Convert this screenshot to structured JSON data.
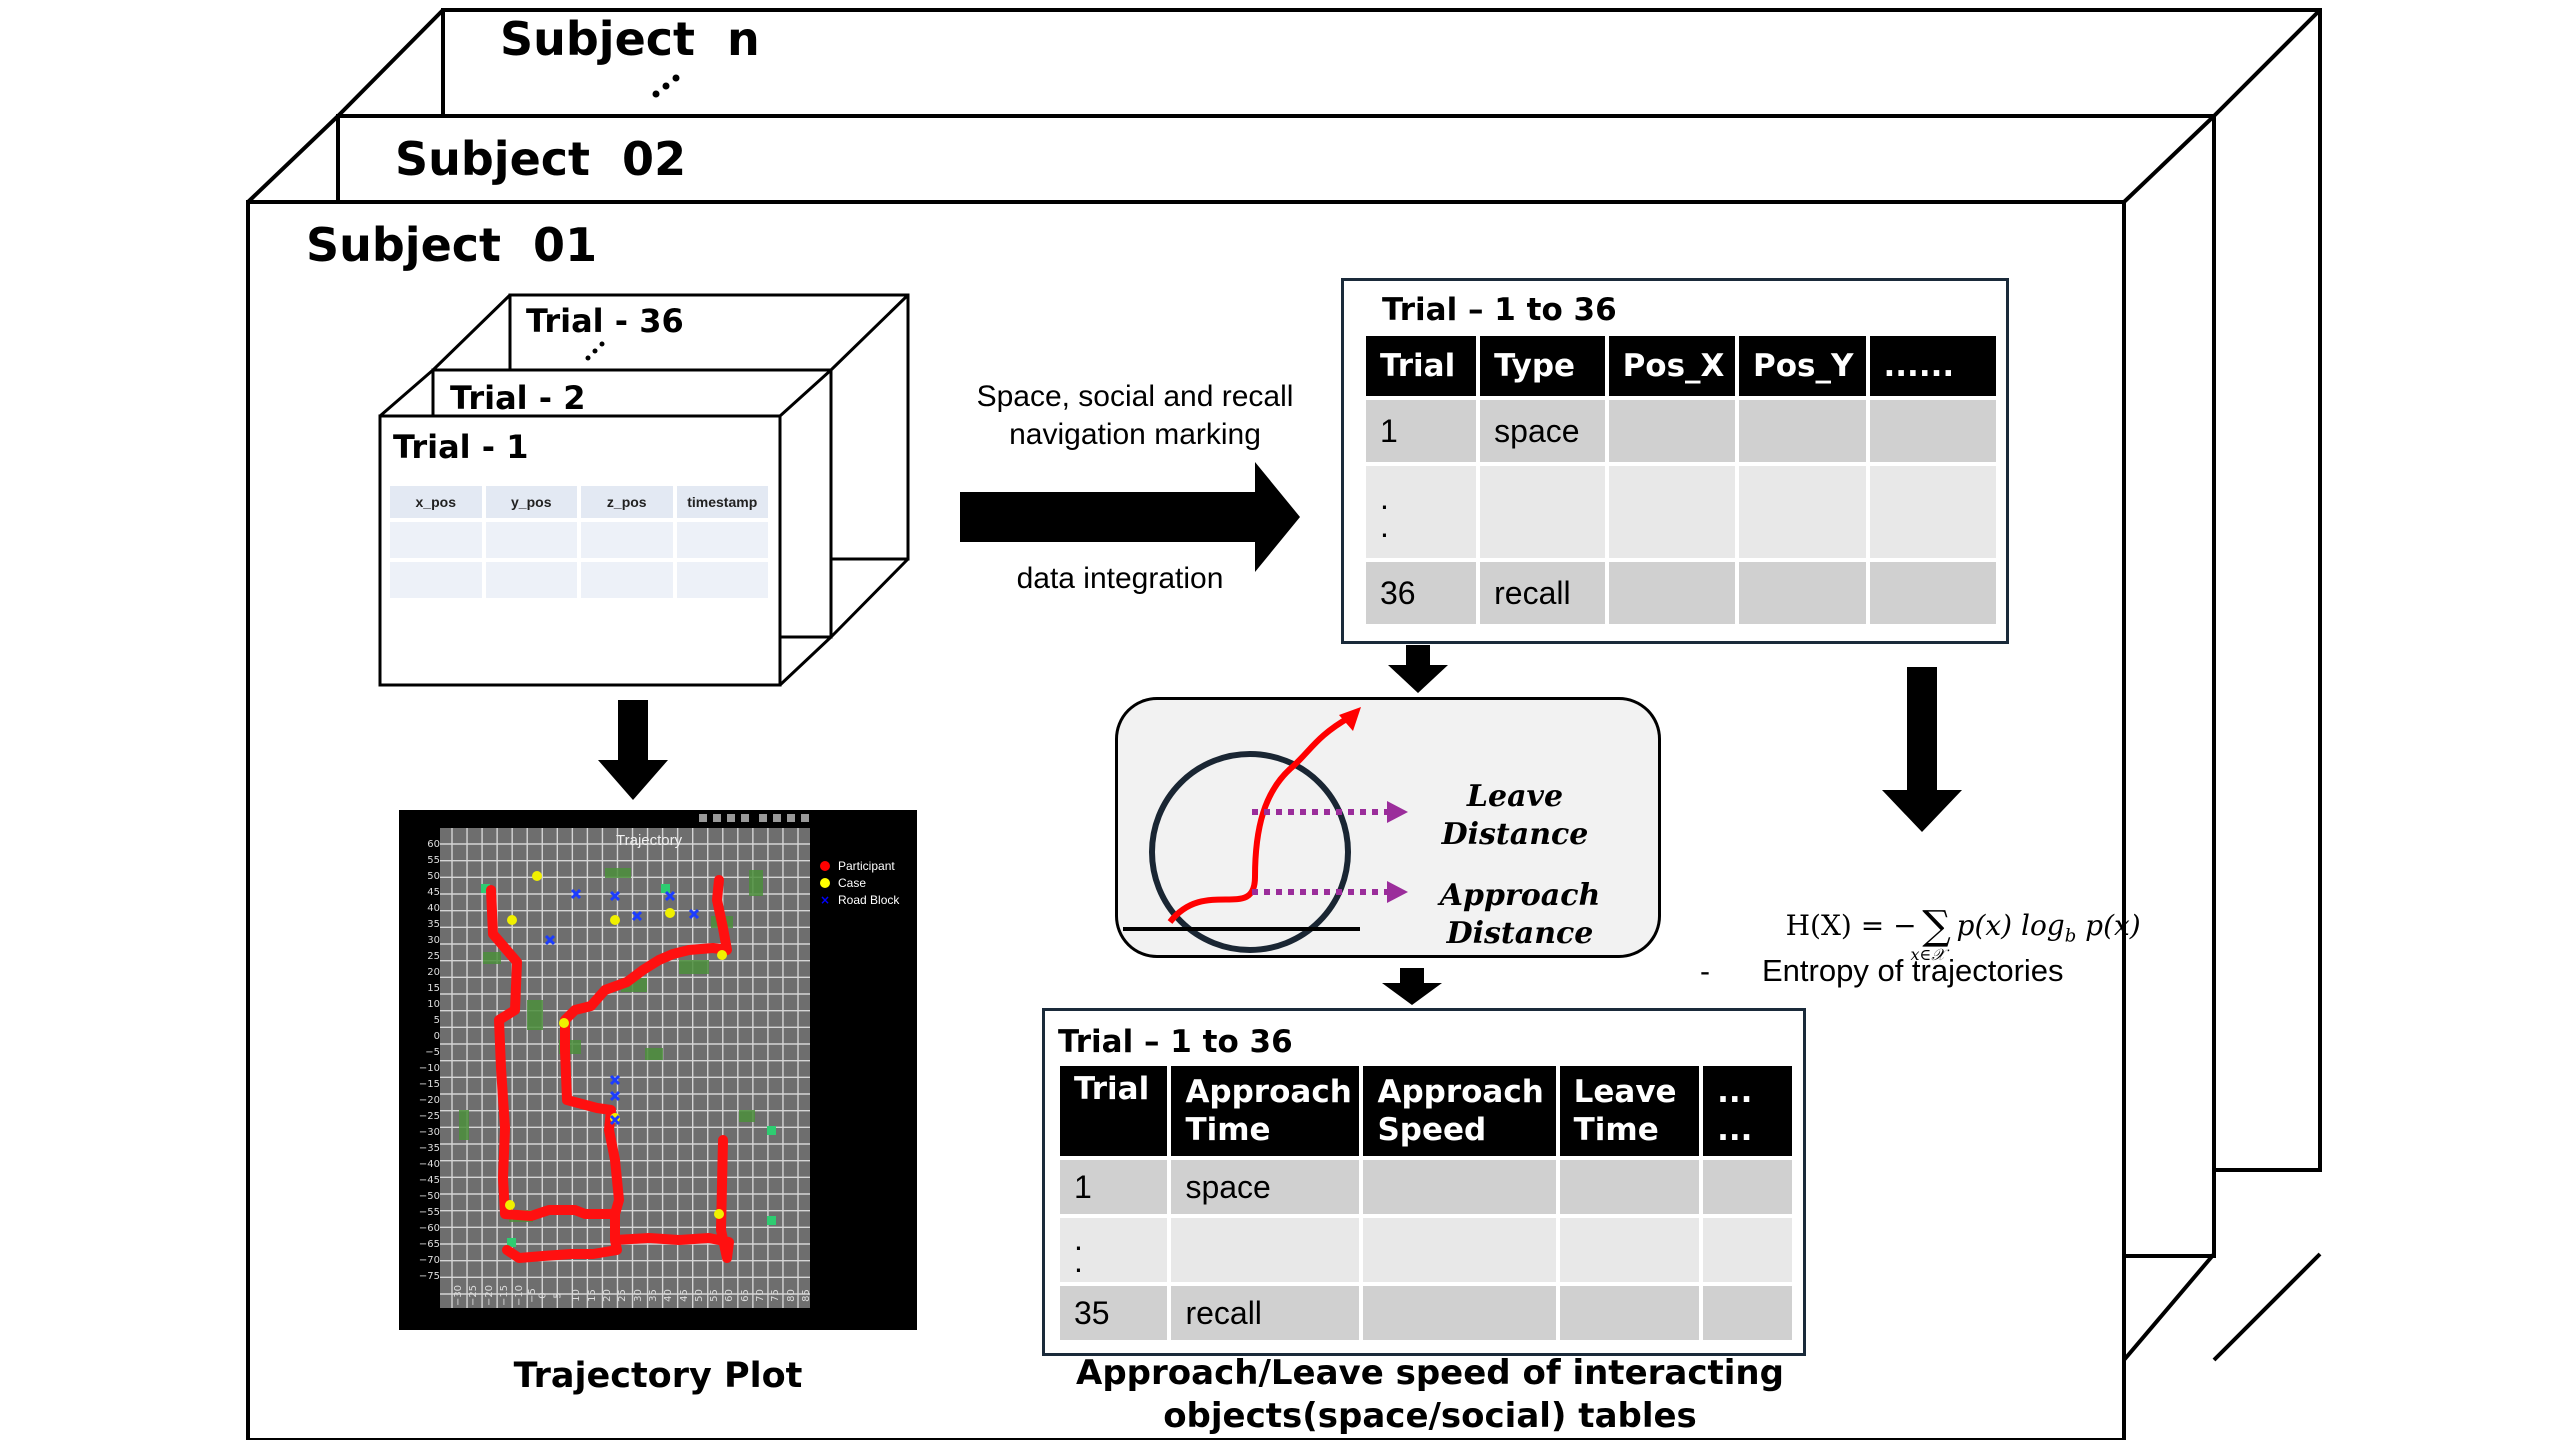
{
  "subjects": {
    "back_label": "Subject  n",
    "middle_label": "Subject  02",
    "front_label": "Subject  01"
  },
  "trial_stack": {
    "back_label": "Trial - 36",
    "middle_label": "Trial - 2",
    "front_label": "Trial - 1",
    "columns": [
      "x_pos",
      "y_pos",
      "z_pos",
      "timestamp"
    ]
  },
  "arrow_notes": {
    "top": "Space, social and recall navigation  marking",
    "bottom": "data integration"
  },
  "trial_table": {
    "title": "Trial – 1 to 36",
    "headers": [
      "Trial",
      "Type",
      "Pos_X",
      "Pos_Y",
      "......"
    ],
    "rows": [
      [
        "1",
        "space",
        "",
        "",
        ""
      ],
      [
        ".\n.",
        "",
        "",
        "",
        ""
      ],
      [
        "36",
        "recall",
        "",
        "",
        ""
      ]
    ]
  },
  "approach_diagram": {
    "leave_label": "Leave\nDistance",
    "approach_label": "Approach\nDistance"
  },
  "entropy": {
    "formula_lhs": "H(X) = −",
    "formula_sum": "∑",
    "formula_sub": "x∈𝒳",
    "formula_rhs": "p(x) log",
    "formula_base": "b",
    "formula_tail": " p(x)",
    "bullet": "-",
    "caption": "Entropy of trajectories"
  },
  "trajectory_plot": {
    "title": "Trajectory",
    "legend": [
      {
        "label": "Participant",
        "color": "#ff0000"
      },
      {
        "label": "Case",
        "color": "#ffff00"
      },
      {
        "label": "Road Block",
        "color": "#0000ff"
      }
    ],
    "y_ticks": [
      "60",
      "55",
      "50",
      "45",
      "40",
      "35",
      "30",
      "25",
      "20",
      "15",
      "10",
      "5",
      "0",
      "−5",
      "−10",
      "−15",
      "−20",
      "−25",
      "−30",
      "−35",
      "−40",
      "−45",
      "−50",
      "−55",
      "−60",
      "−65",
      "−70",
      "−75"
    ],
    "x_ticks": [
      "−30",
      "−25",
      "−20",
      "−15",
      "−10",
      "−5",
      "0",
      "5",
      "10",
      "15",
      "20",
      "25",
      "30",
      "35",
      "40",
      "45",
      "50",
      "55",
      "60",
      "65",
      "70",
      "75",
      "80",
      "85"
    ],
    "caption": "Trajectory Plot"
  },
  "speed_table": {
    "title": "Trial – 1 to 36",
    "headers": [
      "Trial",
      "Approach\nTime",
      "Approach\nSpeed",
      "Leave\nTime",
      "...\n..."
    ],
    "rows": [
      [
        "1",
        "space",
        "",
        "",
        ""
      ],
      [
        ".\n.",
        "",
        "",
        "",
        ""
      ],
      [
        "35",
        "recall",
        "",
        "",
        ""
      ]
    ],
    "caption": "Approach/Leave speed of interacting\nobjects(space/social) tables"
  },
  "colors": {
    "trajectory": "#ff0000",
    "distance_arrow": "#9b2d9b",
    "header_bg": "#000000",
    "row_dark": "#d0d0d0",
    "row_light": "#e8e8e8"
  }
}
